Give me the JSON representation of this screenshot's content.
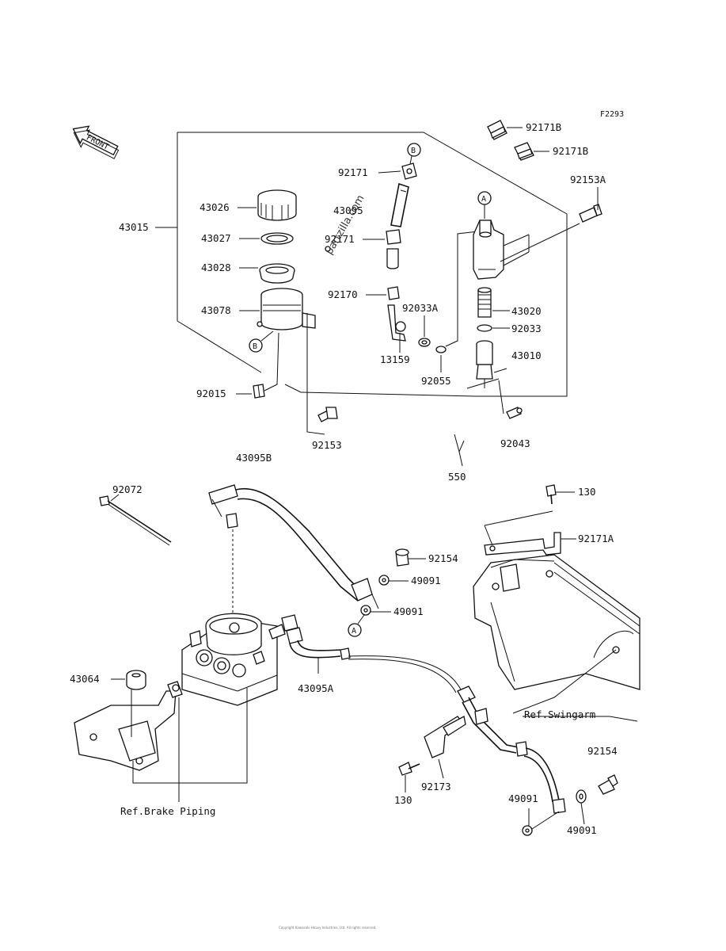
{
  "diagram_code": "F2293",
  "front_label": "FRONT",
  "watermark": "partzilla.com",
  "callouts": {
    "c92171B_1": "92171B",
    "c92171B_2": "92171B",
    "c92153A": "92153A",
    "c92171_top": "92171",
    "c43026": "43026",
    "c43015": "43015",
    "c43095_top": "43095",
    "c43027": "43027",
    "c92171_mid": "92171",
    "c43028": "43028",
    "c92170": "92170",
    "c43020": "43020",
    "c92033A": "92033A",
    "c43078": "43078",
    "c92033": "92033",
    "c13159": "13159",
    "c43010": "43010",
    "c92055": "92055",
    "c92015": "92015",
    "c92153": "92153",
    "c92043": "92043",
    "c43095B": "43095B",
    "c550": "550",
    "c92072": "92072",
    "c130_top": "130",
    "c92171A": "92171A",
    "c92154_top": "92154",
    "c49091_a": "49091",
    "c49091_b": "49091",
    "c43064": "43064",
    "c43095A": "43095A",
    "c92154_right": "92154",
    "c130_bottom": "130",
    "c92173": "92173",
    "c49091_c": "49091",
    "c49091_d": "49091"
  },
  "markers": {
    "B_top": "B",
    "B_bottom": "B",
    "A_top": "A",
    "A_bottom": "A"
  },
  "references": {
    "swingarm": "Ref.Swingarm",
    "brake_piping": "Ref.Brake Piping"
  },
  "copyright": "Copyright Kawasaki Heavy Industries, Ltd. All rights reserved."
}
